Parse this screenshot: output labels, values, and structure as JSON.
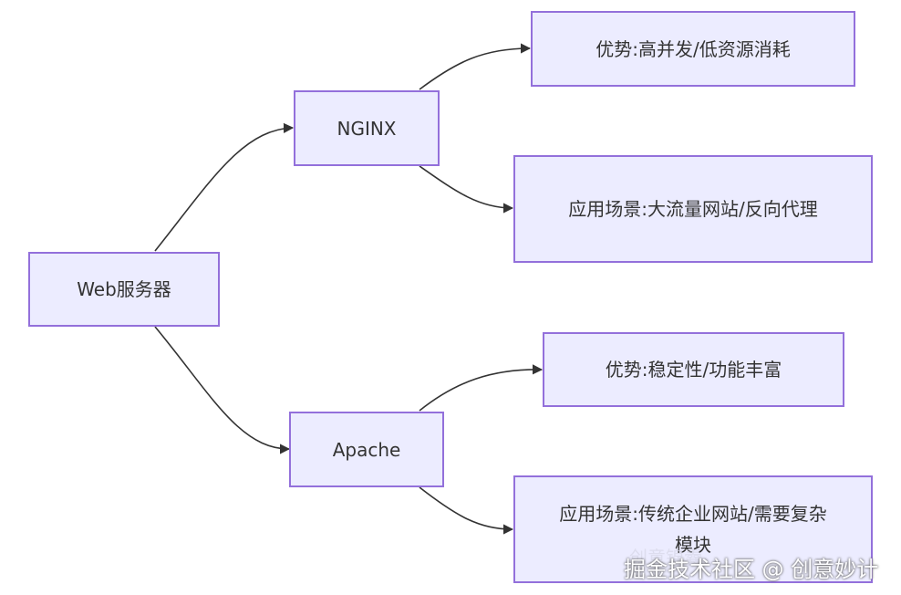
{
  "nodes": {
    "web_server": "Web服务器",
    "nginx": "NGINX",
    "nginx_advantage": "优势:高并发/低资源消耗",
    "nginx_scenario": "应用场景:大流量网站/反向代理",
    "apache": "Apache",
    "apache_advantage": "优势:稳定性/功能丰富",
    "apache_scenario": "应用场景:传统企业网站/需要复杂模块"
  },
  "watermark": {
    "back": "创意锦囊",
    "front": "掘金技术社区 @ 创意妙计"
  },
  "colors": {
    "node_fill": "#ECECFF",
    "node_border": "#9370DB",
    "edge": "#333333",
    "text": "#333333"
  }
}
